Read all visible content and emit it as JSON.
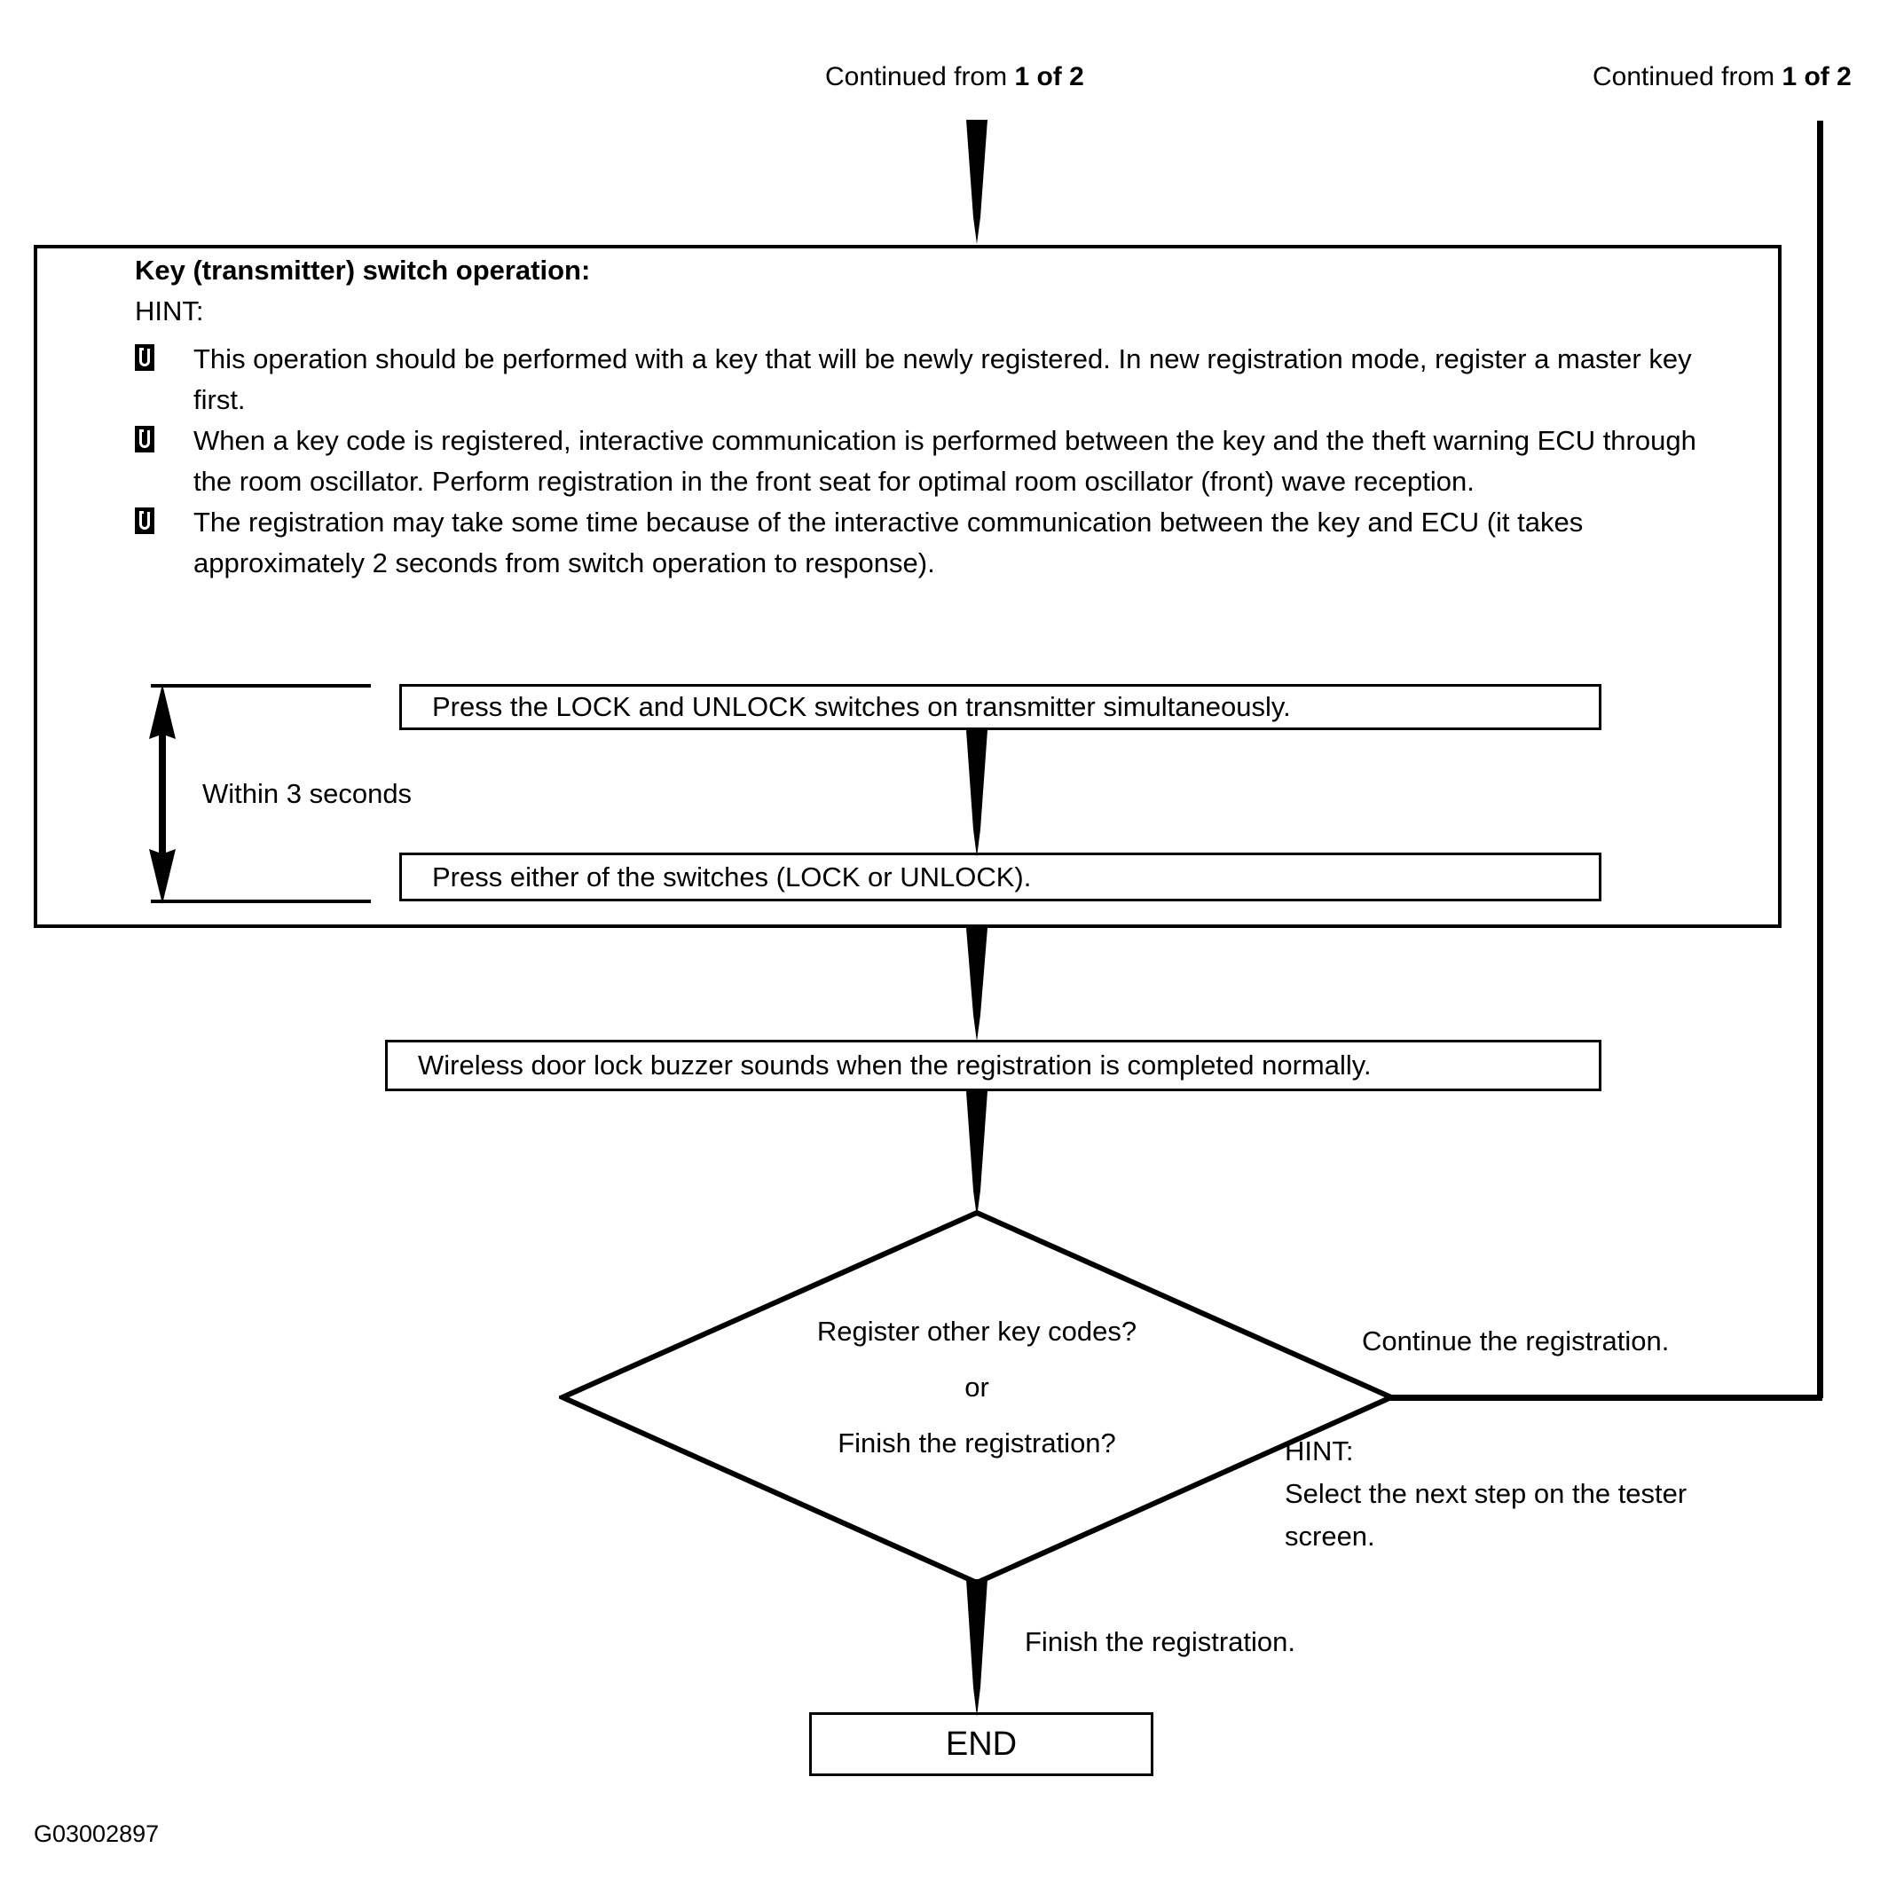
{
  "figure": {
    "code": "G03002897"
  },
  "headers": {
    "left": {
      "prefix": "Continued from ",
      "page": "1 of 2"
    },
    "right": {
      "prefix": "Continued from ",
      "page": "1 of 2"
    }
  },
  "hint_panel": {
    "title": "Key (transmitter) switch operation:",
    "hint_word": "HINT:",
    "bullets": [
      "This operation should be performed with a key that will be newly registered. In new registration mode, register a master key first.",
      "When a key code is registered, interactive communication is performed between the key and the theft warning ECU through the room oscillator. Perform registration in the front seat for optimal room oscillator (front) wave reception.",
      "The registration may take some time because of the interactive communication between the key and ECU (it takes approximately 2 seconds from switch operation to response)."
    ],
    "timing_label": "Within 3 seconds",
    "step_1": "Press the LOCK and UNLOCK switches on transmitter simultaneously.",
    "step_2": "Press either of the switches (LOCK or UNLOCK)."
  },
  "steps": {
    "buzzer": "Wireless door lock buzzer sounds when the registration is completed normally."
  },
  "decision": {
    "line_1": "Register other key codes?",
    "line_2": "or",
    "line_3": "Finish the registration?",
    "branch_right": "Continue the registration.",
    "branch_down": "Finish the registration.",
    "hint_word": "HINT:",
    "hint_line_1": "Select the next step on the tester",
    "hint_line_2": "screen."
  },
  "terminator": {
    "end": "END"
  }
}
